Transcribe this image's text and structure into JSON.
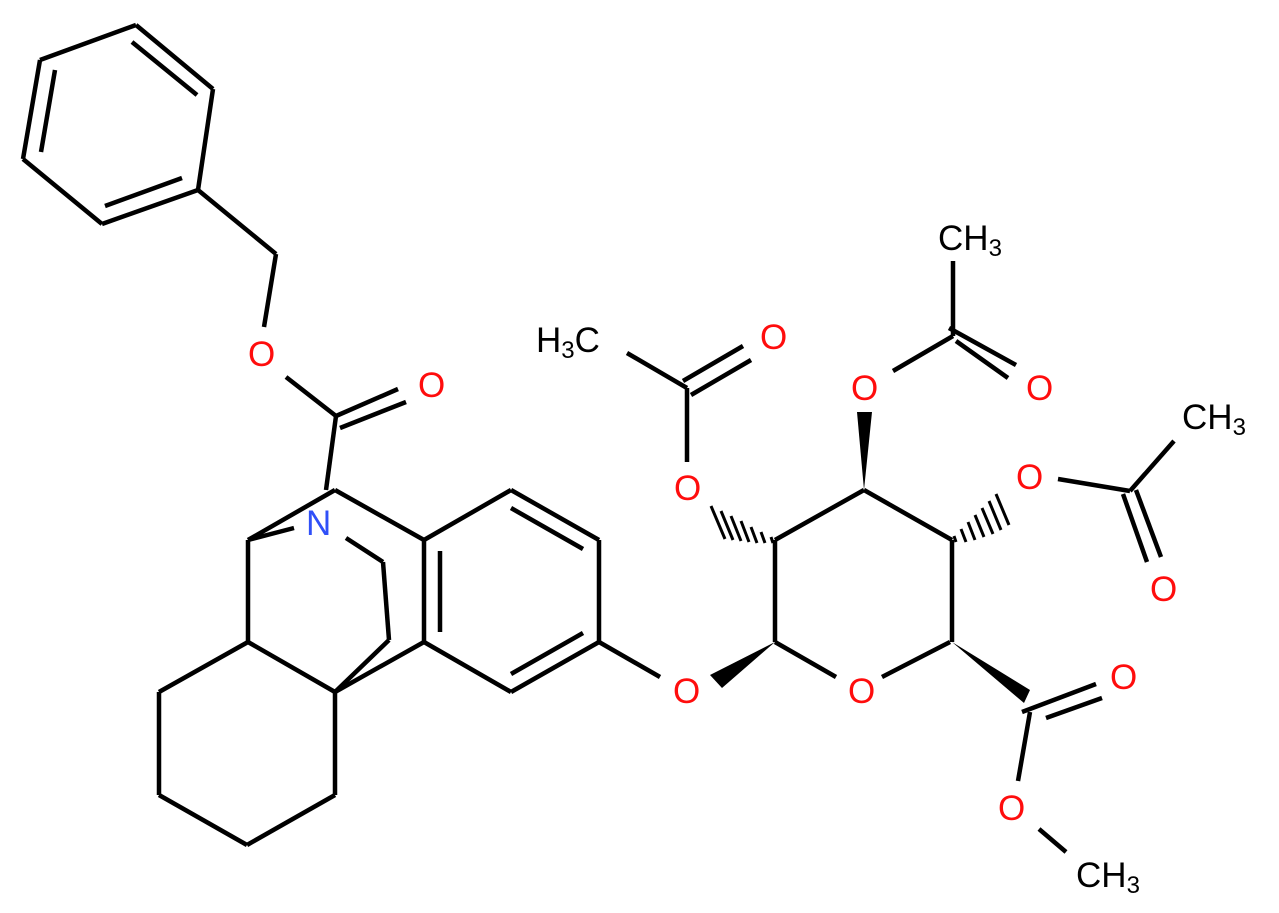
{
  "diagram": {
    "type": "chemical-structure",
    "colors": {
      "oxygen": "#ff0d0d",
      "nitrogen": "#3050f8",
      "carbon": "#000000",
      "background": "#ffffff"
    },
    "atoms": {
      "o_benzyl": "O",
      "o_carbamate": "O",
      "n_ring": "N",
      "o_ch3c_carbonyl": "O",
      "h3c_label_main": "H",
      "h3c_label_sub": "3",
      "h3c_label_c": "C",
      "o_ester1": "O",
      "ch3_top_c": "CH",
      "ch3_top_sub": "3",
      "o_ester2_carbonyl": "O",
      "o_ester2": "O",
      "ch3_right_c": "CH",
      "ch3_right_sub": "3",
      "o_ester3": "O",
      "o_ester3_carbonyl": "O",
      "o_glycosidic": "O",
      "o_ring": "O",
      "o_methylester_carbonyl": "O",
      "o_methylester": "O",
      "ch3_bottom_c": "CH",
      "ch3_bottom_sub": "3"
    }
  }
}
